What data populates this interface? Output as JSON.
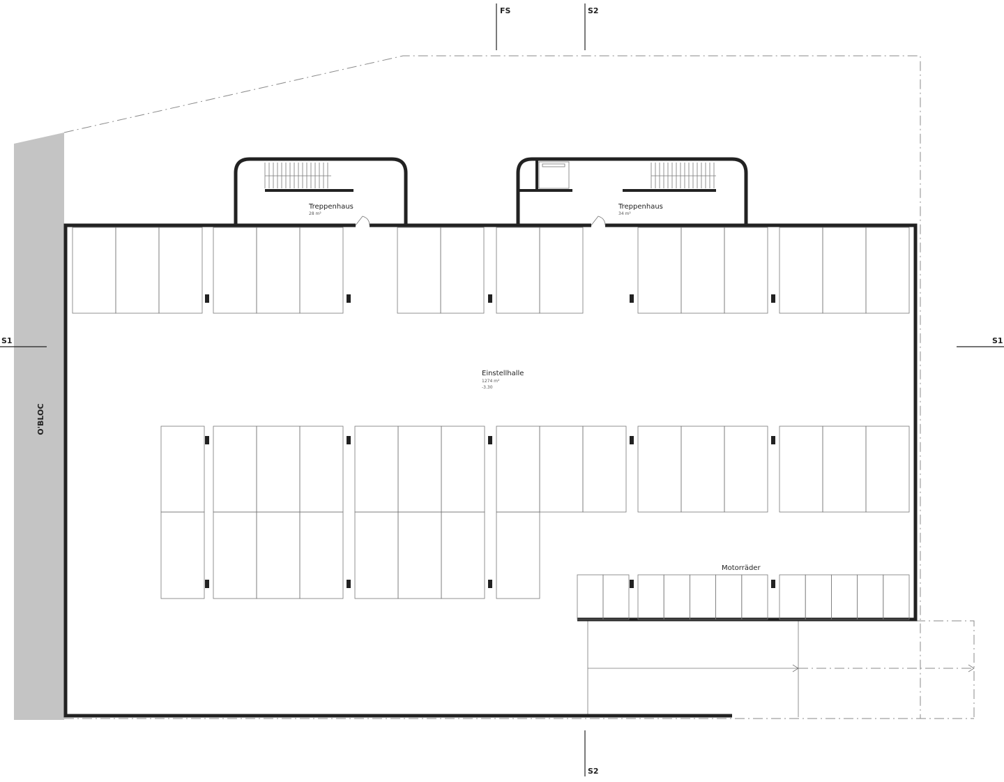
{
  "section_marks": {
    "fs": "FS",
    "s2_top": "S2",
    "s2_bottom": "S2",
    "s1_left": "S1",
    "s1_right": "S1"
  },
  "neighbor_label": "O'BLOC",
  "rooms": {
    "stair_1": {
      "name": "Treppenhaus",
      "area": "28 m²"
    },
    "stair_2": {
      "name": "Treppenhaus",
      "area": "34 m²"
    },
    "garage": {
      "name": "Einstellhalle",
      "area": "1274 m²",
      "level": "-3.30"
    },
    "motorcycles": {
      "name": "Motorräder"
    }
  },
  "colors": {
    "wall": "#222222",
    "neighbor": "#c4c4c4",
    "lines": "#777777"
  }
}
